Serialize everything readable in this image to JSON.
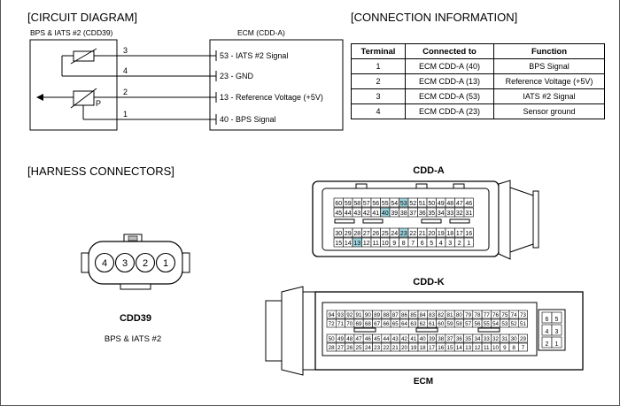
{
  "sections": {
    "circuit": "[CIRCUIT DIAGRAM]",
    "connection": "[CONNECTION INFORMATION]",
    "harness": "[HARNESS CONNECTORS]"
  },
  "circuit": {
    "left_label": "BPS & IATS #2 (CDD39)",
    "right_label": "ECM (CDD-A)",
    "pins": [
      "3",
      "4",
      "2",
      "1"
    ],
    "p_label": "P",
    "signals": [
      "53 - IATS #2 Signal",
      "23 - GND",
      "13 - Reference Voltage (+5V)",
      "40 - BPS Signal"
    ]
  },
  "table": {
    "headers": [
      "Terminal",
      "Connected to",
      "Function"
    ],
    "rows": [
      [
        "1",
        "ECM CDD-A (40)",
        "BPS Signal"
      ],
      [
        "2",
        "ECM CDD-A (13)",
        "Reference Voltage (+5V)"
      ],
      [
        "3",
        "ECM CDD-A (53)",
        "IATS #2 Signal"
      ],
      [
        "4",
        "ECM CDD-A (23)",
        "Sensor ground"
      ]
    ]
  },
  "cdd39": {
    "name": "CDD39",
    "desc": "BPS & IATS #2",
    "pins": [
      "4",
      "3",
      "2",
      "1"
    ]
  },
  "cdda": {
    "title": "CDD-A",
    "row1": [
      "60",
      "59",
      "58",
      "57",
      "56",
      "55",
      "54",
      "53",
      "52",
      "51",
      "50",
      "49",
      "48",
      "47",
      "46"
    ],
    "row2": [
      "45",
      "44",
      "43",
      "42",
      "41",
      "40",
      "39",
      "38",
      "37",
      "36",
      "35",
      "34",
      "33",
      "32",
      "31"
    ],
    "row3": [
      "30",
      "29",
      "28",
      "27",
      "26",
      "25",
      "24",
      "23",
      "22",
      "21",
      "20",
      "19",
      "18",
      "17",
      "16"
    ],
    "row4": [
      "15",
      "14",
      "13",
      "12",
      "11",
      "10",
      "9",
      "8",
      "7",
      "6",
      "5",
      "4",
      "3",
      "2",
      "1"
    ],
    "highlighted": [
      "53",
      "40",
      "23",
      "13"
    ],
    "highlight_color": "#9fd3dc"
  },
  "cddk": {
    "title": "CDD-K",
    "row1": [
      "94",
      "93",
      "92",
      "91",
      "90",
      "89",
      "88",
      "87",
      "86",
      "85",
      "84",
      "83",
      "82",
      "81",
      "80",
      "79",
      "78",
      "77",
      "76",
      "75",
      "74",
      "73"
    ],
    "row2": [
      "72",
      "71",
      "70",
      "69",
      "68",
      "67",
      "66",
      "65",
      "64",
      "63",
      "62",
      "61",
      "60",
      "59",
      "58",
      "57",
      "56",
      "55",
      "54",
      "53",
      "52",
      "51"
    ],
    "row3": [
      "50",
      "49",
      "48",
      "47",
      "46",
      "45",
      "44",
      "43",
      "42",
      "41",
      "40",
      "39",
      "38",
      "37",
      "36",
      "35",
      "34",
      "33",
      "32",
      "31",
      "30",
      "29"
    ],
    "row4": [
      "28",
      "27",
      "26",
      "25",
      "24",
      "23",
      "22",
      "21",
      "20",
      "19",
      "18",
      "17",
      "16",
      "15",
      "14",
      "13",
      "12",
      "11",
      "10",
      "9",
      "8",
      "7"
    ],
    "side": [
      [
        "6",
        "5"
      ],
      [
        "4",
        "3"
      ],
      [
        "2",
        "1"
      ]
    ],
    "label": "ECM"
  }
}
